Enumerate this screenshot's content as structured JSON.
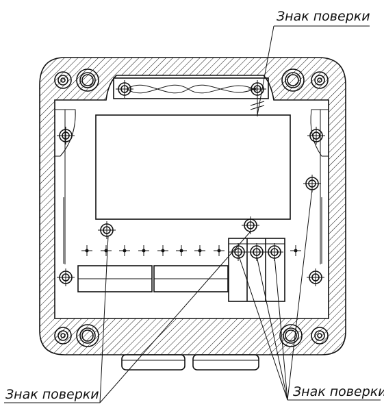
{
  "callouts": {
    "top_right_label": "Знак поверки",
    "bottom_left_label": "Знак поверки",
    "bottom_right_label": "Знак поверки"
  }
}
